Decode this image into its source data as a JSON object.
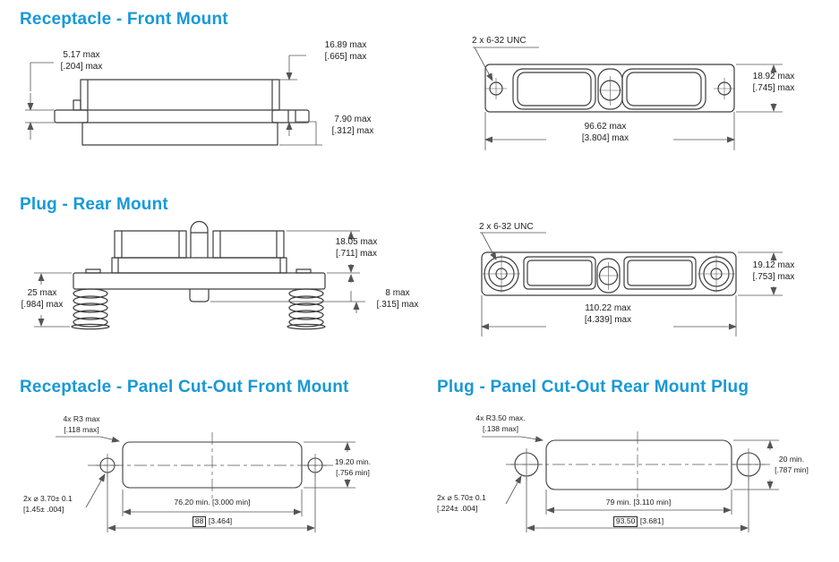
{
  "colors": {
    "accent": "#1899d6",
    "part_line": "#3d3d3d",
    "dim_line": "#555555"
  },
  "receptacle_front_mount": {
    "title": "Receptacle - Front Mount",
    "dims": {
      "flange_thickness": {
        "metric": "5.17 max",
        "imperial": "[.204] max"
      },
      "front_height": {
        "metric": "16.89 max",
        "imperial": "[.665] max"
      },
      "rear_depth": {
        "metric": "7.90 max",
        "imperial": "[.312] max"
      },
      "thread": "2 x 6-32 UNC",
      "shell_height": {
        "metric": "18.92 max",
        "imperial": "[.745] max"
      },
      "shell_width": {
        "metric": "96.62 max",
        "imperial": "[3.804] max"
      }
    }
  },
  "plug_rear_mount": {
    "title": "Plug - Rear Mount",
    "dims": {
      "overall_height": {
        "metric": "25 max",
        "imperial": "[.984] max"
      },
      "front_height": {
        "metric": "18.05 max",
        "imperial": "[.711] max"
      },
      "rear_depth": {
        "metric": "8 max",
        "imperial": "[.315] max"
      },
      "thread": "2 x 6-32 UNC",
      "shell_height": {
        "metric": "19.12 max",
        "imperial": "[.753] max"
      },
      "shell_width": {
        "metric": "110.22 max",
        "imperial": "[4.339] max"
      }
    }
  },
  "receptacle_panel_cutout": {
    "title": "Receptacle - Panel Cut-Out Front Mount",
    "dims": {
      "corner_radius": {
        "metric": "4x R3 max",
        "imperial": "[.118 max]"
      },
      "hole_dia": {
        "metric": "2x ⌀ 3.70± 0.1",
        "imperial": "[1.45± .004]"
      },
      "cutout_height": {
        "metric": "19.20 min.",
        "imperial": "[.756 min]"
      },
      "cutout_width": "76.20 min. [3.000 min]",
      "hole_spacing": {
        "boxed": "88",
        "imperial": "[3.464]"
      }
    }
  },
  "plug_panel_cutout": {
    "title": "Plug - Panel Cut-Out Rear Mount Plug",
    "dims": {
      "corner_radius": {
        "metric": "4x R3.50 max.",
        "imperial": "[.138 max]"
      },
      "hole_dia": {
        "metric": "2x ⌀ 5.70± 0.1",
        "imperial": "[.224± .004]"
      },
      "cutout_height": {
        "metric": "20 min.",
        "imperial": "[.787 min]"
      },
      "cutout_width": "79 min. [3.110 min]",
      "hole_spacing": {
        "boxed": "93.50",
        "imperial": "[3.681]"
      }
    }
  }
}
